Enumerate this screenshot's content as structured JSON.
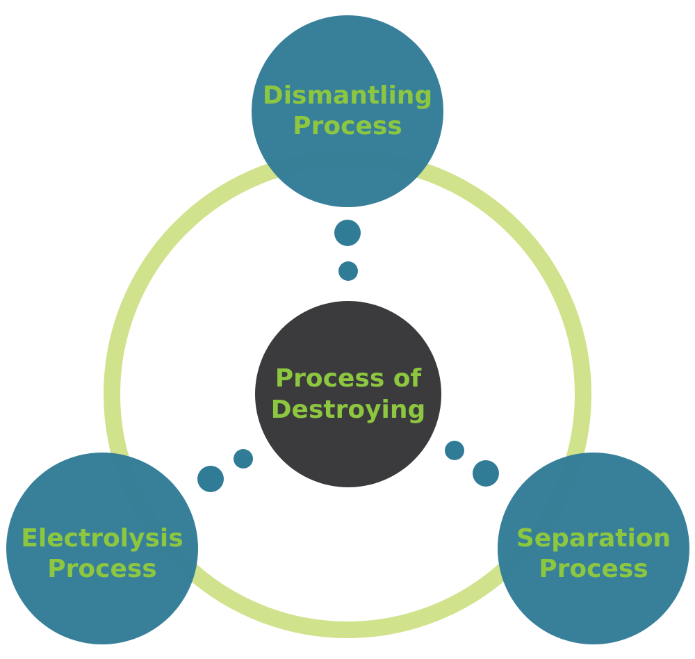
{
  "colors": {
    "ring": "#d1e28c",
    "outer_node": "#307b96",
    "center_node": "#3b3b3d",
    "label": "#8dc63f",
    "dots": "#307b96"
  },
  "center": {
    "line1": "Process of",
    "line2": "Destroying"
  },
  "nodes": [
    {
      "line1": "Dismantling",
      "line2": "Process"
    },
    {
      "line1": "Electrolysis",
      "line2": "Process"
    },
    {
      "line1": "Separation",
      "line2": "Process"
    }
  ]
}
